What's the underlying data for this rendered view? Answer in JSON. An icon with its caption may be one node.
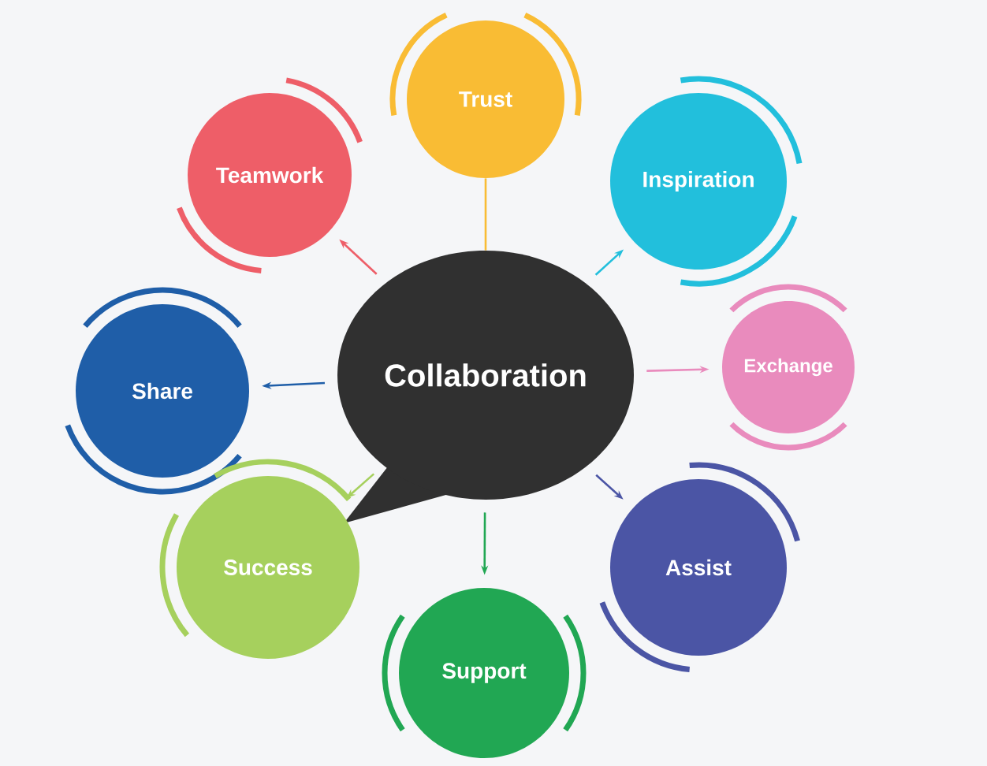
{
  "diagram": {
    "nodes": [
      {
        "text": [
          "Collaboration"
        ]
      },
      {
        "text": [
          "Trust"
        ]
      },
      {
        "text": [
          "Inspiration"
        ]
      },
      {
        "text": [
          "Teamwork"
        ]
      },
      {
        "text": [
          "Exchange"
        ]
      },
      {
        "text": [
          "Share"
        ]
      },
      {
        "text": [
          "Success"
        ]
      },
      {
        "text": [
          "Assist"
        ]
      },
      {
        "text": [
          "Support"
        ]
      }
    ],
    "edges": [
      {
        "from": 0,
        "to": 1,
        "arrow": "none",
        "color": "#f9bc34"
      },
      {
        "from": 0,
        "to": 2,
        "arrow": "to",
        "color": "#22bfdc"
      },
      {
        "from": 0,
        "to": 3,
        "arrow": "to",
        "color": "#ee5e68"
      },
      {
        "from": 0,
        "to": 4,
        "arrow": "to",
        "color": "#e98bbd"
      },
      {
        "from": 0,
        "to": 5,
        "arrow": "to",
        "color": "#1f5ea8"
      },
      {
        "from": 0,
        "to": 6,
        "arrow": "to",
        "color": "#a6d05d"
      },
      {
        "from": 0,
        "to": 7,
        "arrow": "to",
        "color": "#4b55a5"
      },
      {
        "from": 0,
        "to": 8,
        "arrow": "to",
        "color": "#21a753"
      }
    ]
  }
}
